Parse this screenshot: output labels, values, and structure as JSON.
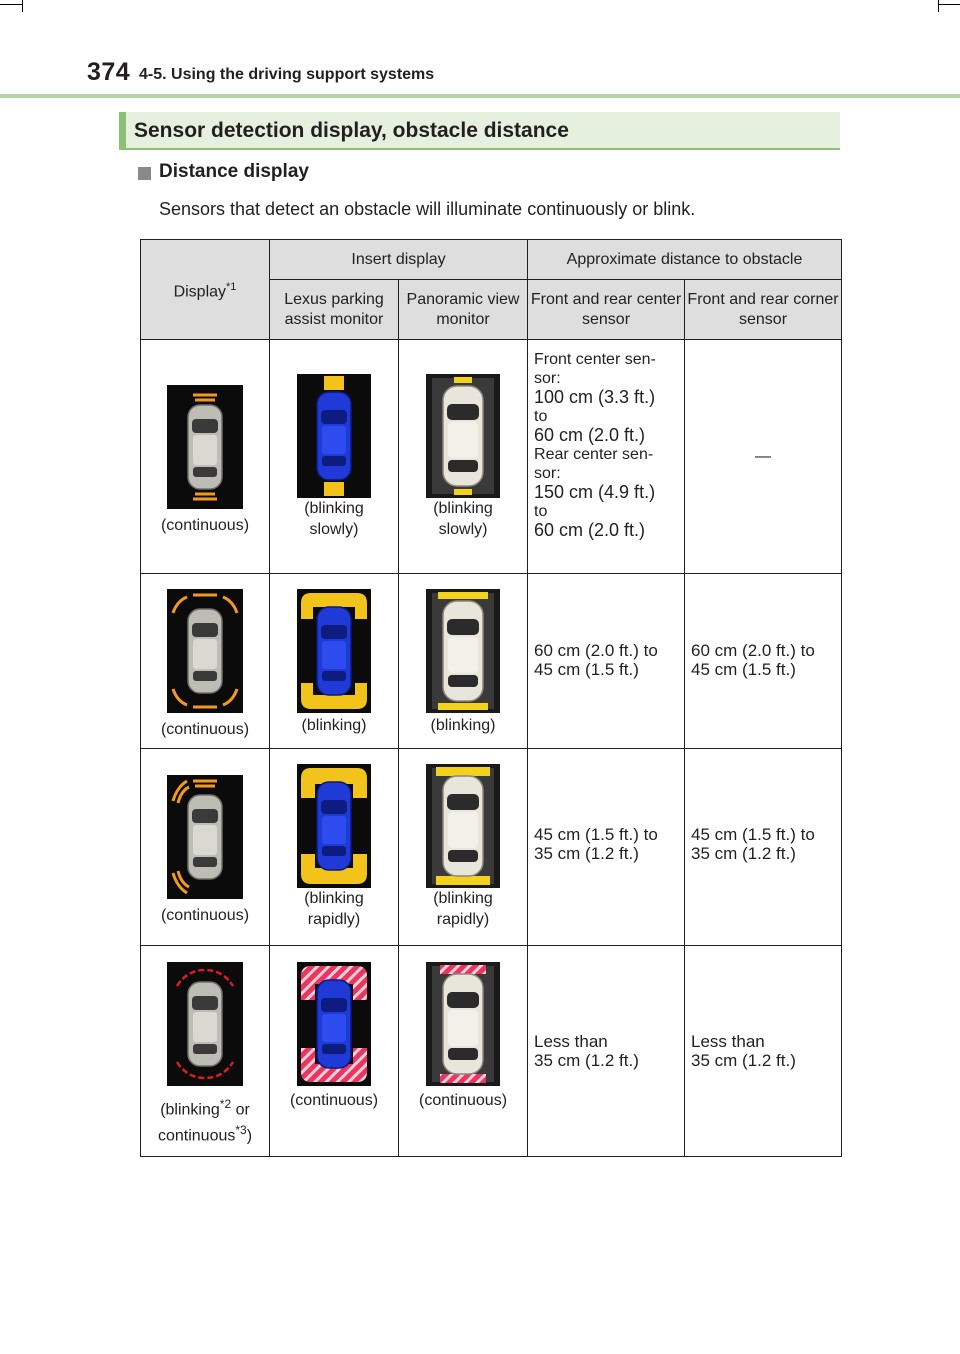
{
  "page": {
    "number": "374",
    "section_path": "4-5. Using the driving support systems",
    "section_heading": "Sensor detection display, obstacle distance",
    "subheading": "Distance display",
    "intro": "Sensors that detect an obstacle will illuminate continuously or blink."
  },
  "table": {
    "headers": {
      "display": "Display",
      "display_note": "*1",
      "insert_display": "Insert display",
      "approx_distance": "Approximate distance to obstacle",
      "lexus_parking": "Lexus parking assist monitor",
      "panoramic": "Panoramic view monitor",
      "front_rear_center": "Front and rear center sensor",
      "front_rear_corner": "Front and rear corner sensor"
    },
    "rows": [
      {
        "display_caption": "(continuous)",
        "lexus_caption": "(blinking slowly)",
        "panoramic_caption": "(blinking slowly)",
        "center_lines": [
          "Front center sen-",
          "sor:",
          "100 cm (3.3 ft.)",
          "to",
          "60 cm (2.0 ft.)",
          "Rear center sen-",
          "sor:",
          "150 cm (4.9 ft.)",
          "to",
          "60 cm (2.0 ft.)"
        ],
        "corner_text": "—"
      },
      {
        "display_caption": "(continuous)",
        "lexus_caption": "(blinking)",
        "panoramic_caption": "(blinking)",
        "center_lines": [
          "60 cm (2.0 ft.) to",
          "45 cm (1.5 ft.)"
        ],
        "corner_lines": [
          "60 cm (2.0 ft.) to",
          "45 cm (1.5 ft.)"
        ]
      },
      {
        "display_caption": "(continuous)",
        "lexus_caption": "(blinking rapidly)",
        "panoramic_caption": "(blinking rapidly)",
        "center_lines": [
          "45 cm (1.5 ft.) to",
          "35 cm (1.2 ft.)"
        ],
        "corner_lines": [
          "45 cm (1.5 ft.) to",
          "35 cm (1.2 ft.)"
        ]
      },
      {
        "display_caption_a": "(blinking",
        "display_note_a": "*2",
        "display_caption_b": " or",
        "display_caption_c": "continuous",
        "display_note_b": "*3",
        "display_caption_d": ")",
        "lexus_caption": "(continuous)",
        "panoramic_caption": "(continuous)",
        "center_lines": [
          "Less than",
          "35 cm (1.2 ft.)"
        ],
        "corner_lines": [
          "Less than",
          "35 cm (1.2 ft.)"
        ]
      }
    ]
  },
  "colors": {
    "accent_green": "#8cc075",
    "sensor_orange": "#f29a1f",
    "sensor_yellow": "#f2d21a",
    "sensor_red": "#e01b2a",
    "car_blue": "#1f3ad6"
  }
}
